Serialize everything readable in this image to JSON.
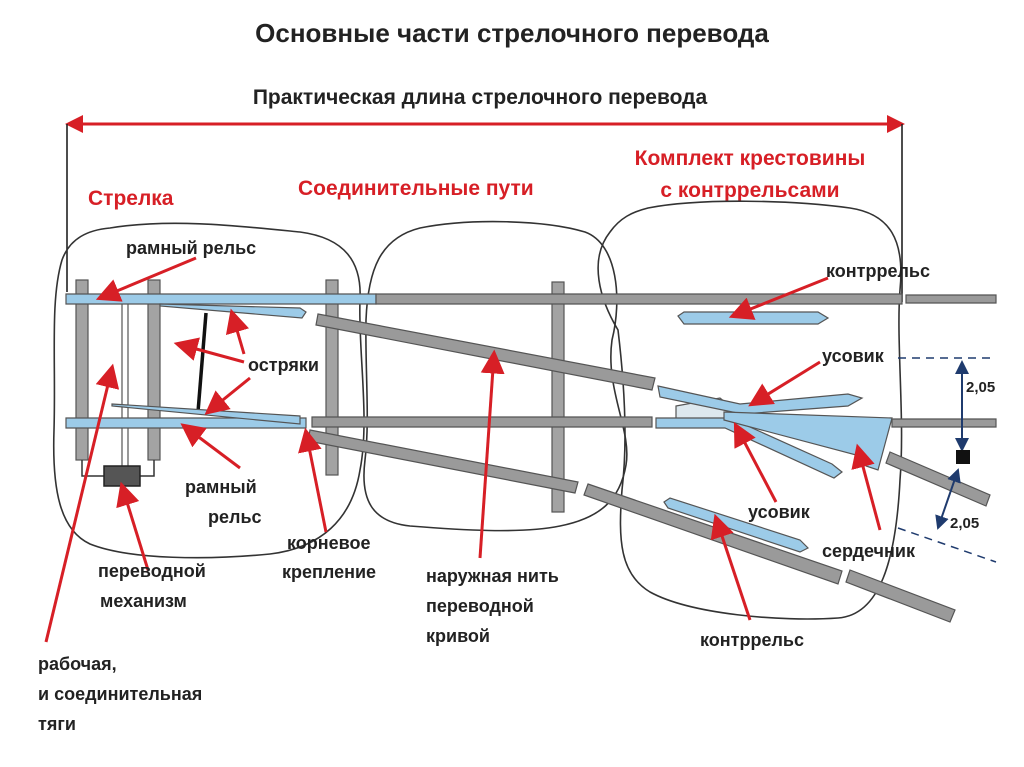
{
  "title": "Основные части стрелочного перевода",
  "subtitle": "Практическая длина стрелочного перевода",
  "sections": {
    "switch": "Стрелка",
    "connecting": "Соединительные пути",
    "crossing": [
      "Комплект крестовины",
      "с контррельсами"
    ]
  },
  "labels": {
    "stock_rail_top": "рамный рельс",
    "switch_blades": "остряки",
    "stock_rail_bottom": [
      "рамный",
      "рельс"
    ],
    "heel_joint": [
      "корневое",
      "крепление"
    ],
    "switch_mechanism": [
      "переводной",
      "механизм"
    ],
    "rods": [
      "рабочая,",
      "и соединительная",
      "тяги"
    ],
    "outer_rail": [
      "наружная нить",
      "переводной",
      "кривой"
    ],
    "guard_rail_top": "контррельс",
    "wing_rail_top": "усовик",
    "wing_rail_bottom": "усовик",
    "frog": "сердечник",
    "guard_rail_bottom": "контррельс"
  },
  "dimensions": {
    "upper": "2,05",
    "lower": "2,05"
  },
  "colors": {
    "annotation_red": "#d71f26",
    "highlight_blue": "#9ccbe8",
    "rail_gray": "#9a9a9a"
  }
}
